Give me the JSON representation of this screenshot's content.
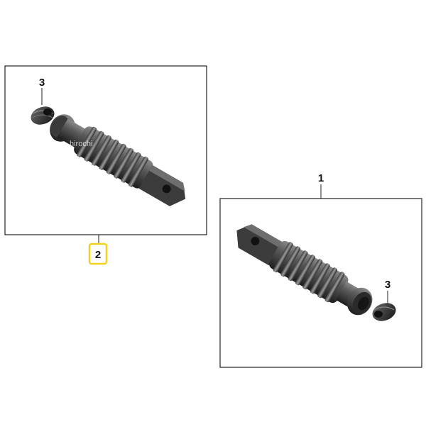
{
  "diagram": {
    "callouts": {
      "panel1_cap": "3",
      "panel1_assembly": "2",
      "panel2_assembly": "1",
      "panel2_cap": "3"
    },
    "watermark": "hirochi",
    "colors": {
      "frame": "#222222",
      "leader": "#222222",
      "highlight": "#f2d21b",
      "part_dark": "#2a2a2a",
      "part_mid": "#4e4e4e",
      "part_light": "#8a8a8a"
    }
  }
}
